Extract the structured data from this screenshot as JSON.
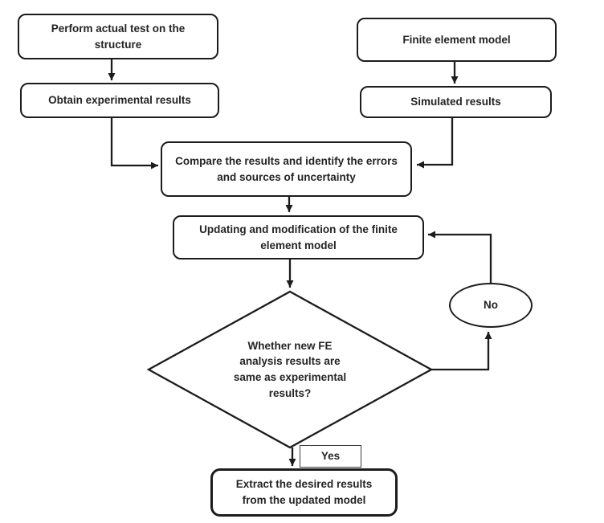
{
  "diagram": {
    "type": "flowchart",
    "colors": {
      "background": "#ffffff",
      "stroke": "#1c1c1c",
      "text": "#242424"
    },
    "nodes": {
      "perform_test": {
        "shape": "rounded-rect",
        "label": "Perform actual test on the\nstructure"
      },
      "obtain_results": {
        "shape": "rounded-rect",
        "label": "Obtain experimental results"
      },
      "fe_model": {
        "shape": "rounded-rect",
        "label": "Finite element model"
      },
      "simulated_results": {
        "shape": "rounded-rect",
        "label": "Simulated results"
      },
      "compare": {
        "shape": "rounded-rect",
        "label": "Compare the results and identify the errors\nand sources of uncertainty"
      },
      "updating": {
        "shape": "rounded-rect",
        "label": "Updating and modification of the finite\nelement model"
      },
      "decision": {
        "shape": "diamond",
        "label": "Whether new FE\nanalysis results are\nsame as experimental\nresults?"
      },
      "no_loop": {
        "shape": "ellipse",
        "label": "No"
      },
      "yes_label": {
        "shape": "rect",
        "label": "Yes"
      },
      "extract": {
        "shape": "rounded-rect",
        "label": "Extract the desired results\nfrom the updated model"
      }
    },
    "edges": [
      {
        "from": "perform_test",
        "to": "obtain_results"
      },
      {
        "from": "fe_model",
        "to": "simulated_results"
      },
      {
        "from": "obtain_results",
        "to": "compare"
      },
      {
        "from": "simulated_results",
        "to": "compare"
      },
      {
        "from": "compare",
        "to": "updating"
      },
      {
        "from": "updating",
        "to": "decision"
      },
      {
        "from": "decision",
        "to": "no_loop",
        "label": "No"
      },
      {
        "from": "no_loop",
        "to": "updating"
      },
      {
        "from": "decision",
        "to": "extract",
        "label": "Yes"
      }
    ]
  }
}
